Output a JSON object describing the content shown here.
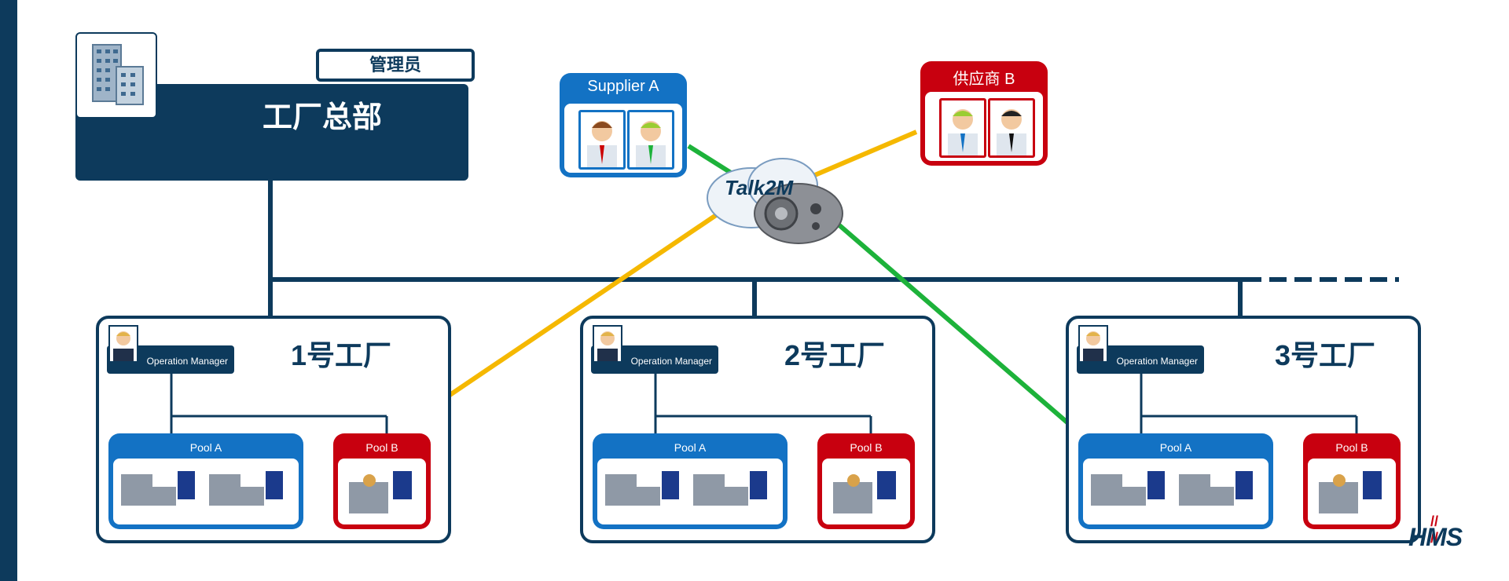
{
  "headquarters": {
    "title": "工厂总部",
    "admin_label": "管理员"
  },
  "suppliers": [
    {
      "label": "Supplier A",
      "color": "#1372c4"
    },
    {
      "label": "供应商 B",
      "color": "#c8000f"
    }
  ],
  "cloud": {
    "brand": "Talk2M"
  },
  "factories": [
    {
      "title": "1号工厂",
      "manager_label": "Operation Manager",
      "pool_a_label": "Pool A",
      "pool_b_label": "Pool B"
    },
    {
      "title": "2号工厂",
      "manager_label": "Operation Manager",
      "pool_a_label": "Pool A",
      "pool_b_label": "Pool B"
    },
    {
      "title": "3号工厂",
      "manager_label": "Operation Manager",
      "pool_a_label": "Pool A",
      "pool_b_label": "Pool B"
    }
  ],
  "logo": {
    "text": "HMS"
  },
  "colors": {
    "navy": "#0d3a5c",
    "blue": "#1372c4",
    "red": "#c8000f",
    "green": "#1db23a",
    "yellow": "#f5b800"
  }
}
